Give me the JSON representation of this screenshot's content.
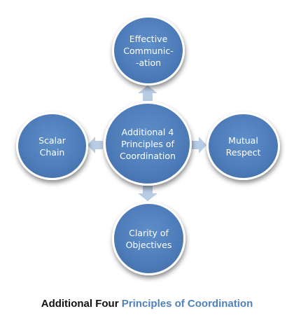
{
  "diagram": {
    "center": "Additional 4\nPrinciples of\nCoordination",
    "top": "Effective\nCommunic-\n-ation",
    "left": "Scalar\nChain",
    "right": "Mutual\nRespect",
    "bottom": "Clarity of\nObjectives"
  },
  "caption": {
    "part1": "Additional Four",
    "part2": "Principles of Coordination"
  },
  "colors": {
    "node_fill": "#4f81bd",
    "arrow_fill": "#b8cce4",
    "caption_accent": "#4f81bd"
  }
}
